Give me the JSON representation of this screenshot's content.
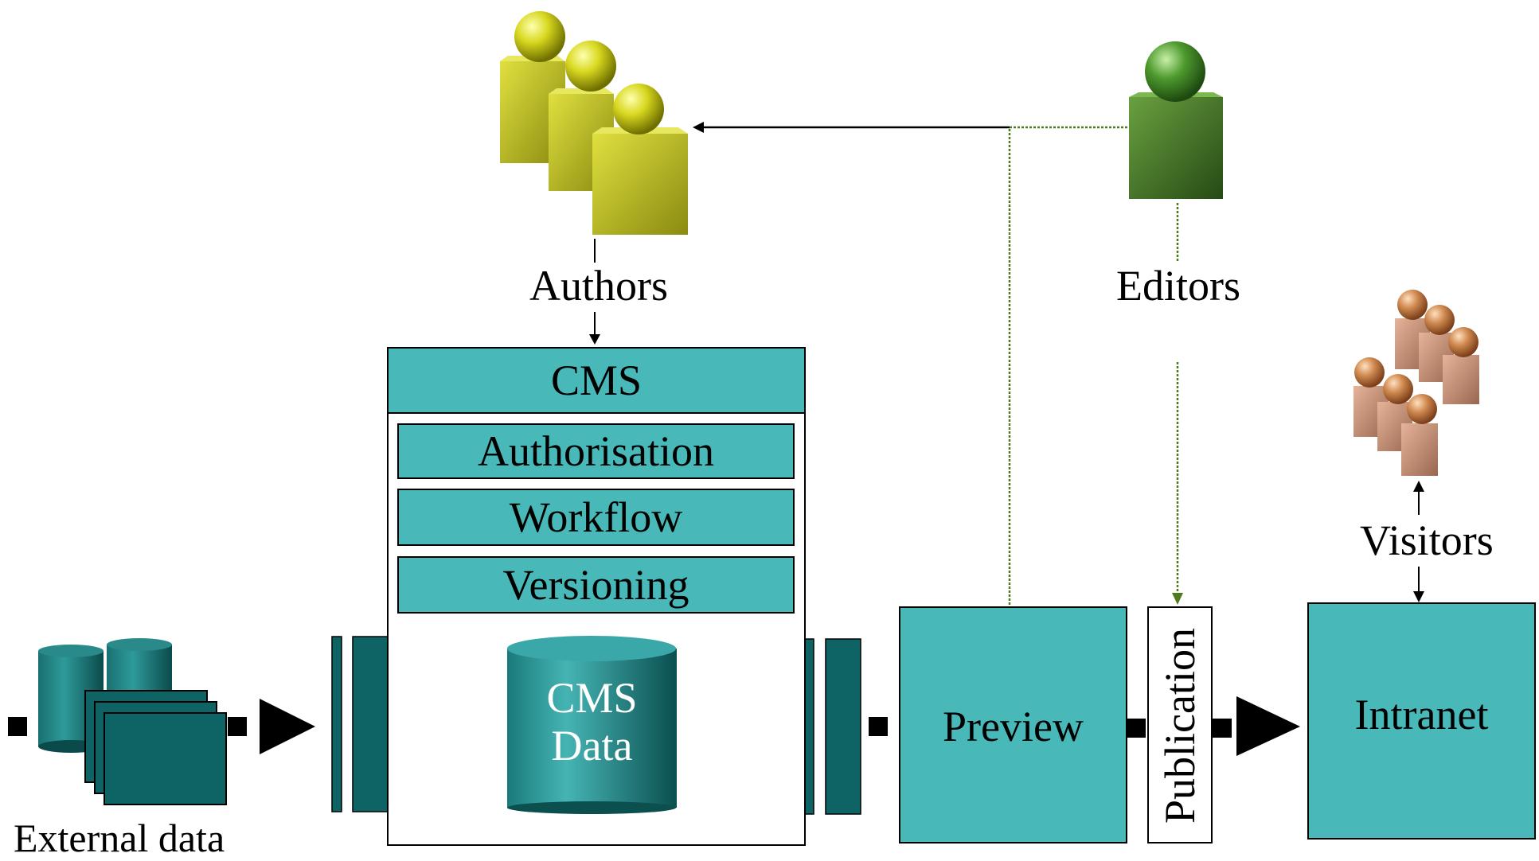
{
  "labels": {
    "authors": "Authors",
    "editors": "Editors",
    "visitors": "Visitors",
    "external_data": "External data",
    "cms": "CMS",
    "authorisation": "Authorisation",
    "workflow": "Workflow",
    "versioning": "Versioning",
    "cms_data_line1": "CMS",
    "cms_data_line2": "Data",
    "preview": "Preview",
    "publication": "Publication",
    "intranet": "Intranet"
  },
  "colors": {
    "teal": "#48b8b8",
    "dark_teal": "#0d6262",
    "authors_yellow": "#c8c81e",
    "editors_green": "#4a8a2a",
    "visitors_orange": "#c88a66",
    "connector_green": "#4f7a1e"
  },
  "icons": {
    "authors": "people-group-icon",
    "editors": "person-icon",
    "visitors": "crowd-icon",
    "external_data": "database-documents-icon",
    "cms_data": "database-cylinder-icon"
  }
}
